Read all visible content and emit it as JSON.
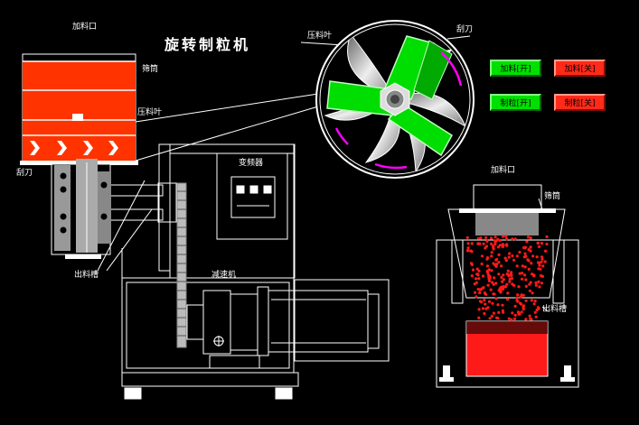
{
  "title": "旋转制粒机",
  "labels": {
    "feed_port_left": "加料口",
    "screen_left": "筛筒",
    "press_blade_left": "压料叶",
    "scraper_left": "刮刀",
    "discharge_left": "出料槽",
    "inverter": "变频器",
    "reducer": "减速机",
    "press_blade_zoom": "压料叶",
    "scraper_zoom": "刮刀",
    "feed_port_right": "加料口",
    "screen_right": "筛筒",
    "discharge_right": "出料槽"
  },
  "buttons": {
    "feed_on": "加料[开]",
    "feed_off": "加料[关]",
    "granulate_on": "制粒[开]",
    "granulate_off": "制粒[关]"
  },
  "colors": {
    "hopper": "#ff3300",
    "rotor": "#00dd00",
    "button_on": "#00e000",
    "button_off": "#ff2a1a",
    "granules": "#ff1a1a",
    "accent_magenta": "#ff00ff"
  }
}
